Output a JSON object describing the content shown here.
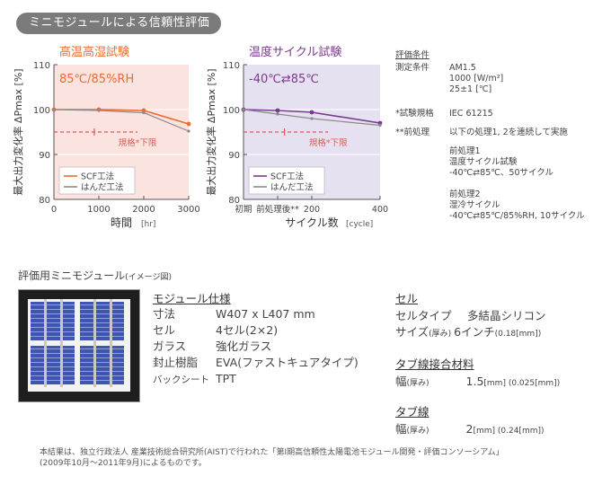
{
  "header": {
    "title": "ミニモジュールによる信頼性評価"
  },
  "chart_data": [
    {
      "type": "line",
      "title": "高温高湿試験",
      "subtitle": "85℃/85%RH",
      "ylabel": "最大出力変化率 ΔPmax [%]",
      "xlabel": "時間",
      "xunit": "[hr]",
      "xlim": [
        0,
        3000
      ],
      "ylim": [
        80,
        110
      ],
      "xticks": [
        "0",
        "1000",
        "2000",
        "3000"
      ],
      "yticks": [
        "80",
        "90",
        "100",
        "110"
      ],
      "limit": {
        "value": 95,
        "label": "規格*下限"
      },
      "series": [
        {
          "name": "SCF工法",
          "color": "#ef6a2f",
          "x": [
            0,
            1000,
            2000,
            3000
          ],
          "y": [
            100,
            100,
            99.8,
            96.8
          ]
        },
        {
          "name": "はんだ工法",
          "color": "#8a8a8a",
          "x": [
            0,
            1000,
            2000,
            3000
          ],
          "y": [
            100,
            99.8,
            99.3,
            95.2
          ]
        }
      ],
      "bg": "#fbe4df",
      "accent": "#ef6a2f"
    },
    {
      "type": "line",
      "title": "温度サイクル試験",
      "subtitle": "-40℃⇄85℃",
      "ylabel": "最大出力変化率 ΔPmax [%]",
      "xlabel": "サイクル数",
      "xunit": "[cycle]",
      "xlim": [
        0,
        400
      ],
      "ylim": [
        80,
        110
      ],
      "xticks": [
        "初期",
        "前処理後**",
        "200",
        "400"
      ],
      "yticks": [
        "80",
        "90",
        "100",
        "110"
      ],
      "limit": {
        "value": 95,
        "label": "規格*下限"
      },
      "series": [
        {
          "name": "SCF工法",
          "color": "#7b3a8f",
          "x": [
            0,
            100,
            200,
            400
          ],
          "y": [
            100,
            99.8,
            99.4,
            97.0
          ]
        },
        {
          "name": "はんだ工法",
          "color": "#8a8a8a",
          "x": [
            0,
            100,
            200,
            400
          ],
          "y": [
            100,
            99.0,
            98.0,
            96.5
          ]
        }
      ],
      "bg": "#e6e1f0",
      "accent": "#7b3a8f"
    }
  ],
  "conditions": {
    "heading": "評価条件",
    "measure_label": "測定条件",
    "measure_lines": [
      "AM1.5",
      "1000 [W/m²]",
      "25±1 [℃]"
    ],
    "standard_label": "*試験規格",
    "standard_value": "IEC 61215",
    "pre_label": "**前処理",
    "pre_value": "以下の処理1, 2を連続して実施",
    "pre1_lines": [
      "前処理1",
      "温度サイクル試験",
      "-40℃⇄85℃、50サイクル"
    ],
    "pre2_lines": [
      "前処理2",
      "湿冷サイクル",
      "-40℃⇄85℃/85%RH, 10サイクル"
    ]
  },
  "module": {
    "heading": "評価用ミニモジュール",
    "heading_note": "(イメージ図)",
    "spec_title": "モジュール仕様",
    "specs": [
      {
        "label": "寸法",
        "value": "W407 x L407 mm"
      },
      {
        "label": "セル",
        "value": "4セル(2×2)"
      },
      {
        "label": "ガラス",
        "value": "強化ガラス"
      },
      {
        "label": "封止樹脂",
        "value": "EVA(ファストキュアタイプ)"
      },
      {
        "label": "バックシート",
        "value": "TPT"
      }
    ],
    "cell_title": "セル",
    "cell_type_label": "セルタイプ",
    "cell_type_value": "多結晶シリコン",
    "cell_size_label": "サイズ",
    "cell_size_note": "(厚み)",
    "cell_size_value": "6インチ",
    "cell_size_sub": "(0.18[mm])",
    "tab_title": "タブ線接合材料",
    "tab_width_label": "幅",
    "tab_width_note": "(厚み)",
    "tab_width_value": "1.5",
    "tab_width_unit": "[mm] (0.025[mm])",
    "wire_title": "タブ線",
    "wire_width_label": "幅",
    "wire_width_note": "(厚み)",
    "wire_width_value": "2",
    "wire_width_unit": "[mm] (0.24[mm])"
  },
  "footnote": {
    "line1": "本結果は、独立行政法人 産業技術総合研究所(AIST)で行われた「第I期高信頼性太陽電池モジュール開発・評価コンソーシアム」",
    "line2": "(2009年10月～2011年9月)によるものです。"
  }
}
